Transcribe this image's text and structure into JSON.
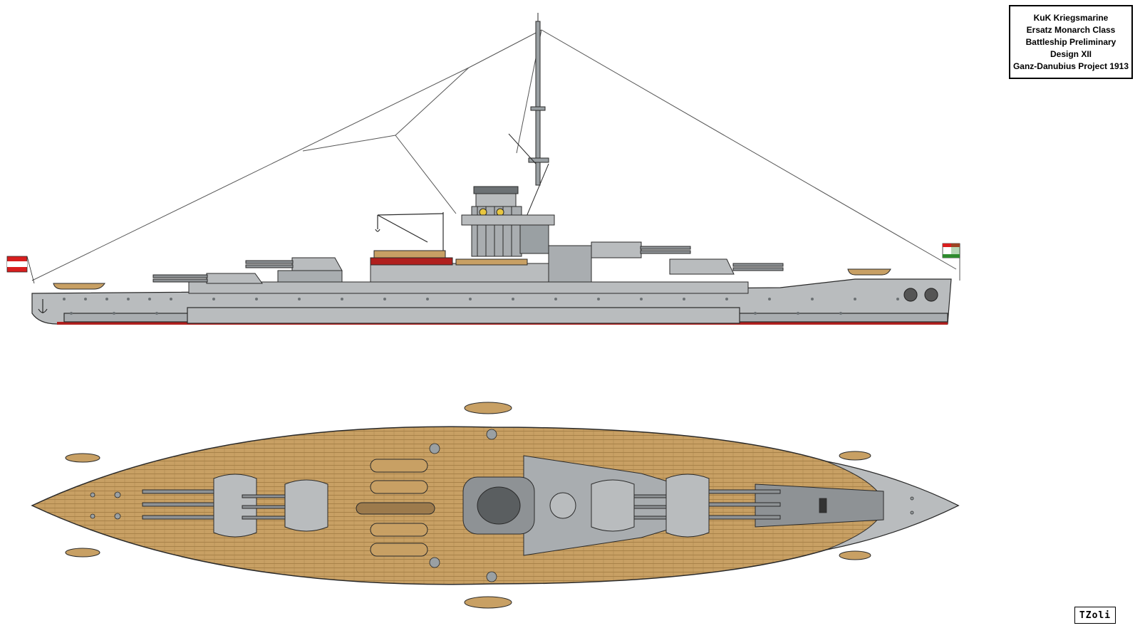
{
  "title_block": {
    "lines": [
      "KuK Kriegsmarine",
      "Ersatz Monarch Class",
      "Battleship Preliminary",
      "Design XII",
      "Ganz-Danubius Project 1913"
    ]
  },
  "signature": "TZoli",
  "views": {
    "profile": "side-elevation",
    "plan": "deck-plan"
  },
  "colors": {
    "hull_grey": "#b9bcbe",
    "dark_grey": "#8e9295",
    "deck_wood": "#c8a064",
    "boot_topping": "#b0201e",
    "outline": "#2a2a2a",
    "flag_red": "#d81e1e",
    "flag_green": "#2e8b2e"
  }
}
